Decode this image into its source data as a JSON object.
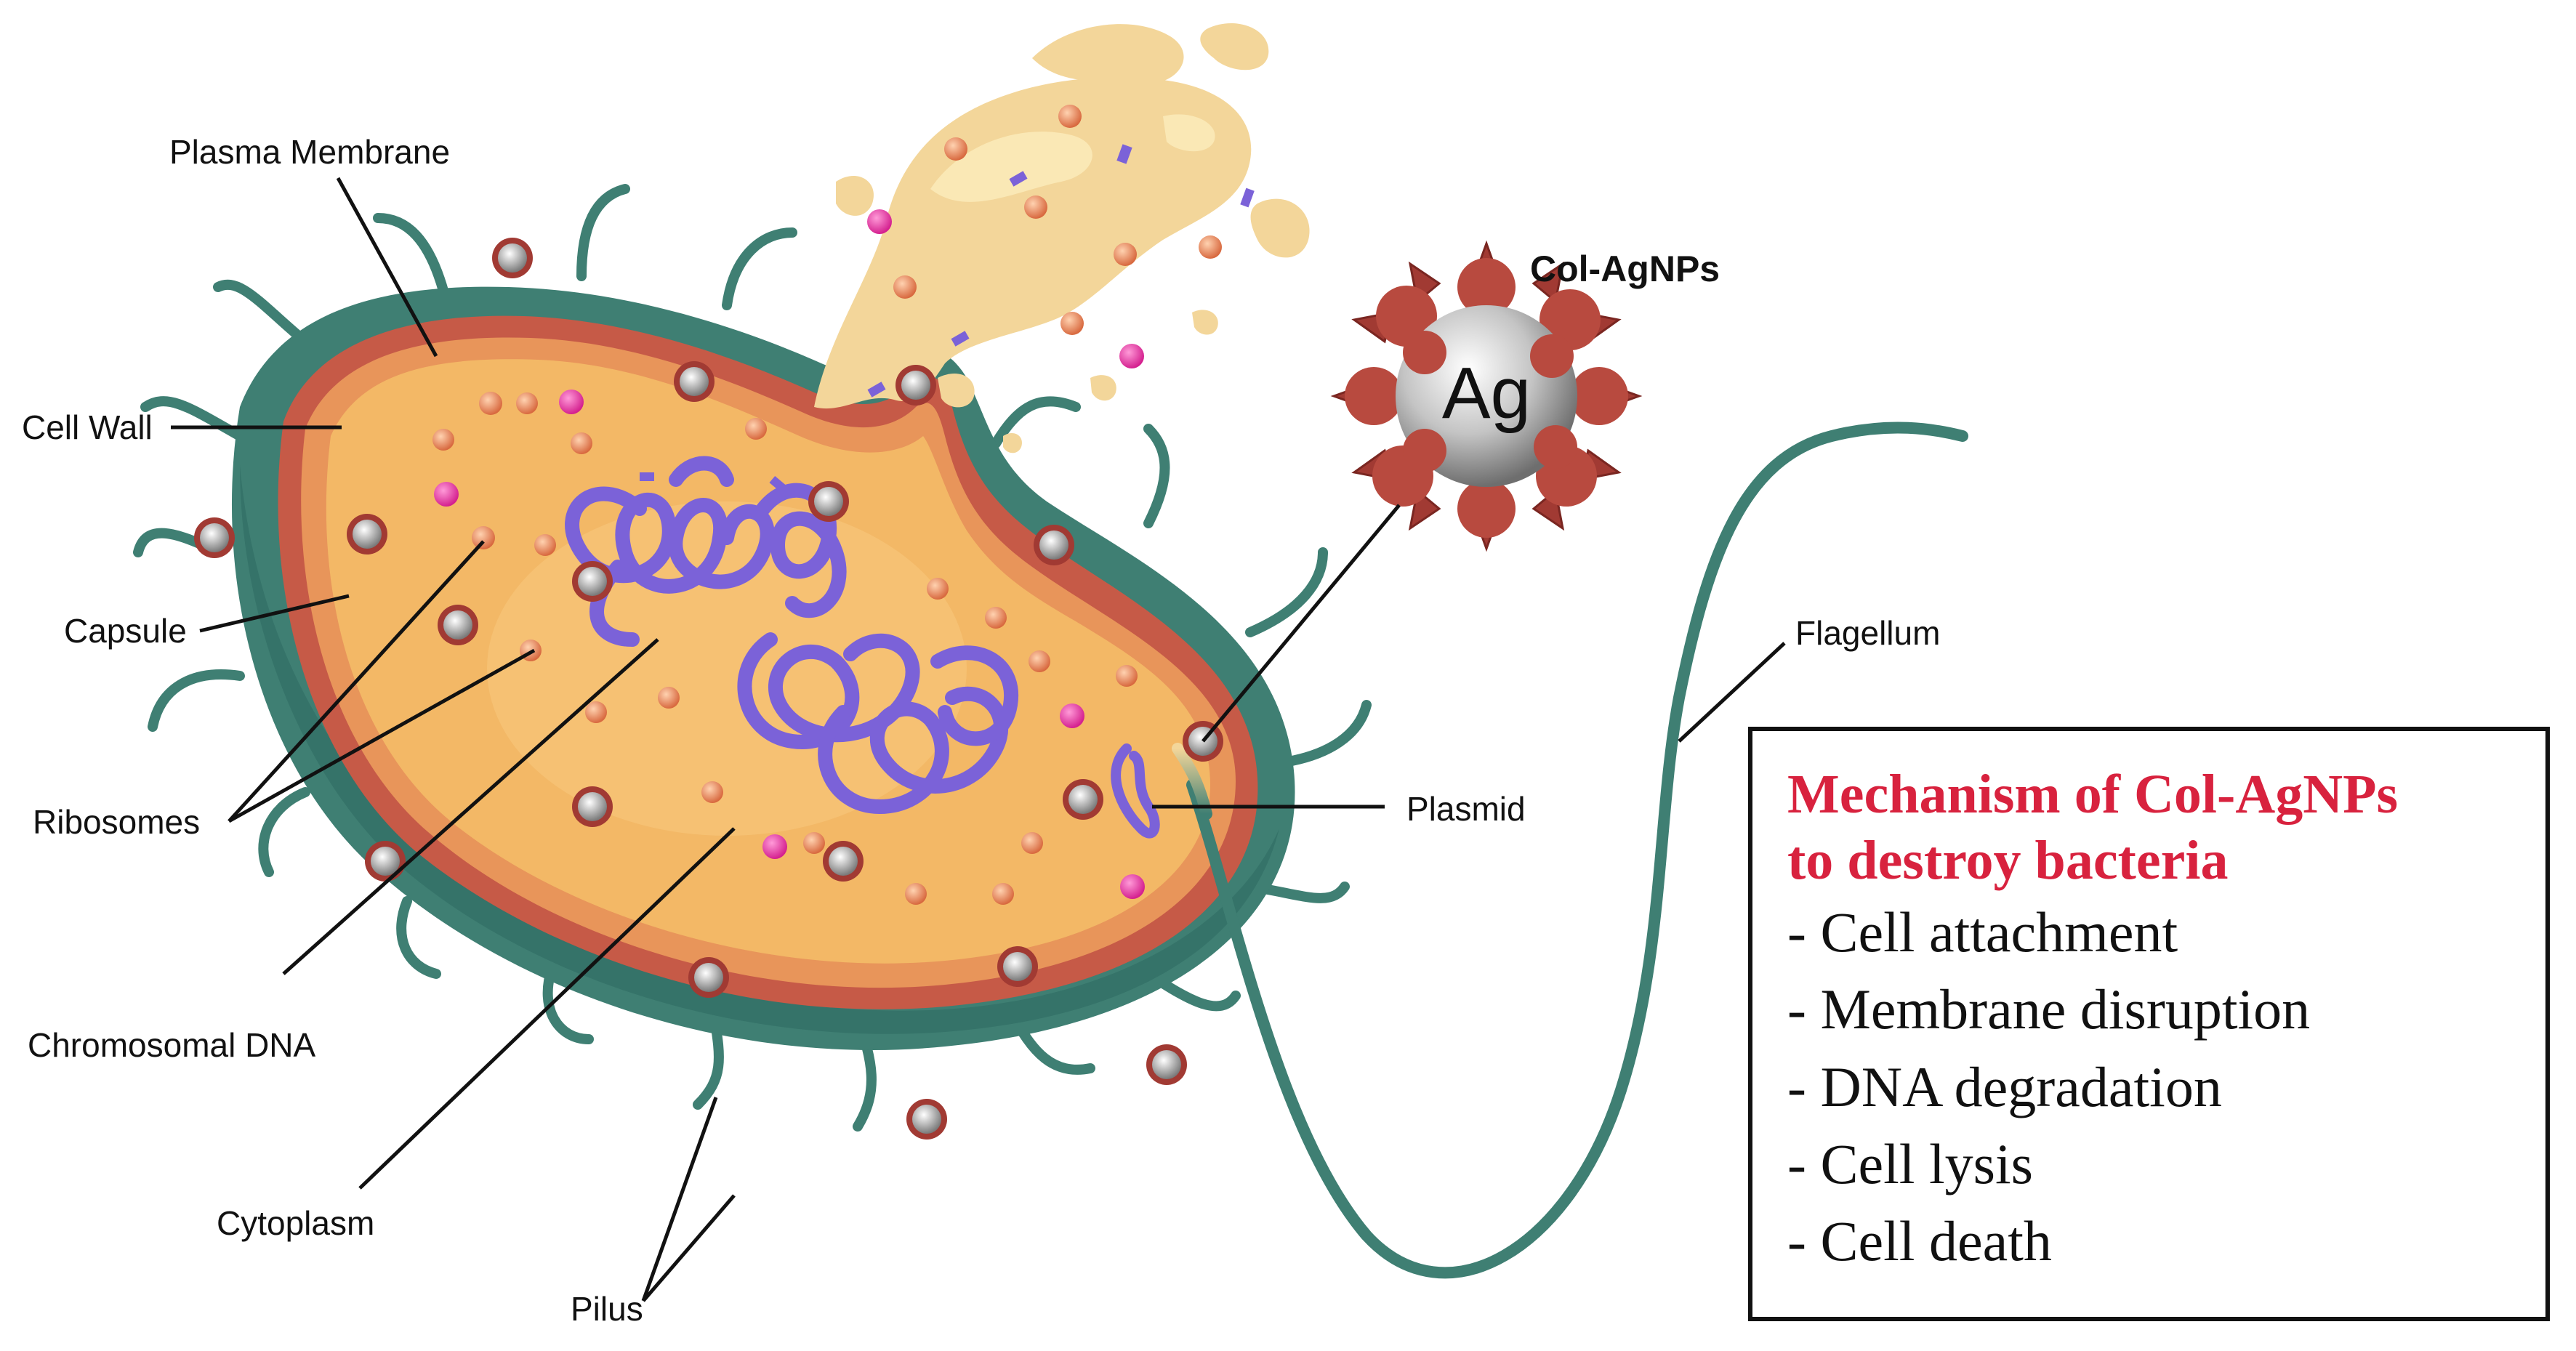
{
  "labels": {
    "plasma_membrane": "Plasma Membrane",
    "cell_wall": "Cell Wall",
    "capsule": "Capsule",
    "ribosomes": "Ribosomes",
    "chromosomal_dna": "Chromosomal DNA",
    "cytoplasm": "Cytoplasm",
    "pilus": "Pilus",
    "plasmid": "Plasmid",
    "flagellum": "Flagellum",
    "col_agnps": "Col-AgNPs"
  },
  "nanoparticle": {
    "symbol": "Ag"
  },
  "mechanism": {
    "title_line1": "Mechanism of Col-AgNPs",
    "title_line2": "to destroy bacteria",
    "items": [
      "- Cell attachment",
      "- Membrane disruption",
      "- DNA degradation",
      "- Cell lysis",
      "- Cell death"
    ]
  },
  "colors": {
    "capsule": "#3f7f73",
    "cell_wall": "#c65a47",
    "membrane": "#e8955a",
    "cytoplasm": "#f3b866",
    "dna": "#7b62d8",
    "ribosome": "#e8845a",
    "magenta_particle": "#e23ca8",
    "title": "#d8223e",
    "spike": "#a13a33",
    "silver": "#c9c9c9"
  }
}
